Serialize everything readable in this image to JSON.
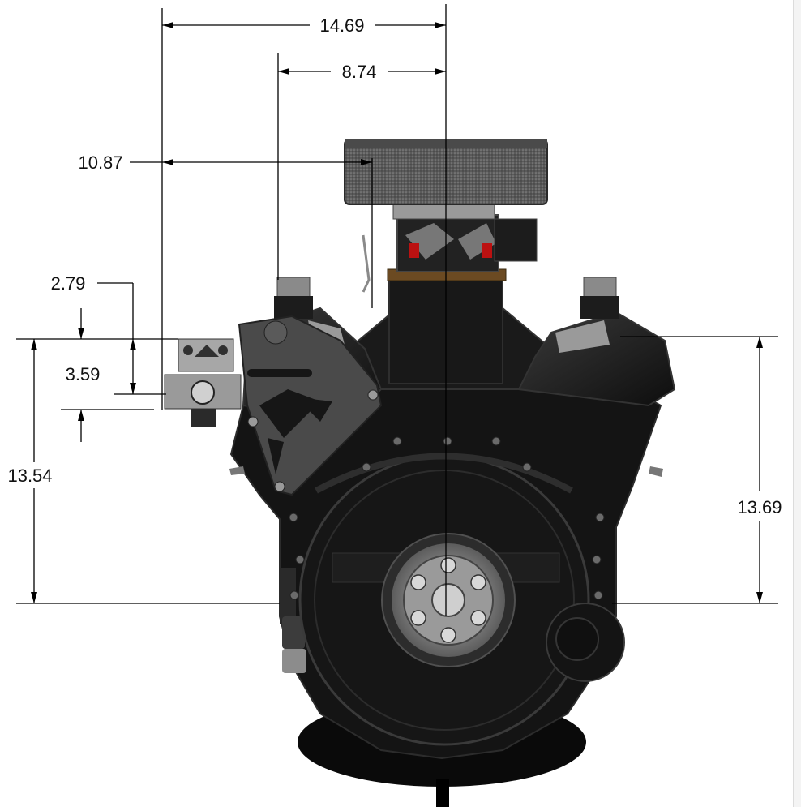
{
  "drawing": {
    "dimensions": {
      "top_width": "14.69",
      "center_offset": "8.74",
      "carb_offset": "10.87",
      "mount_upper": "2.79",
      "mount_height": "3.59",
      "left_height": "13.54",
      "right_height": "13.69"
    }
  }
}
